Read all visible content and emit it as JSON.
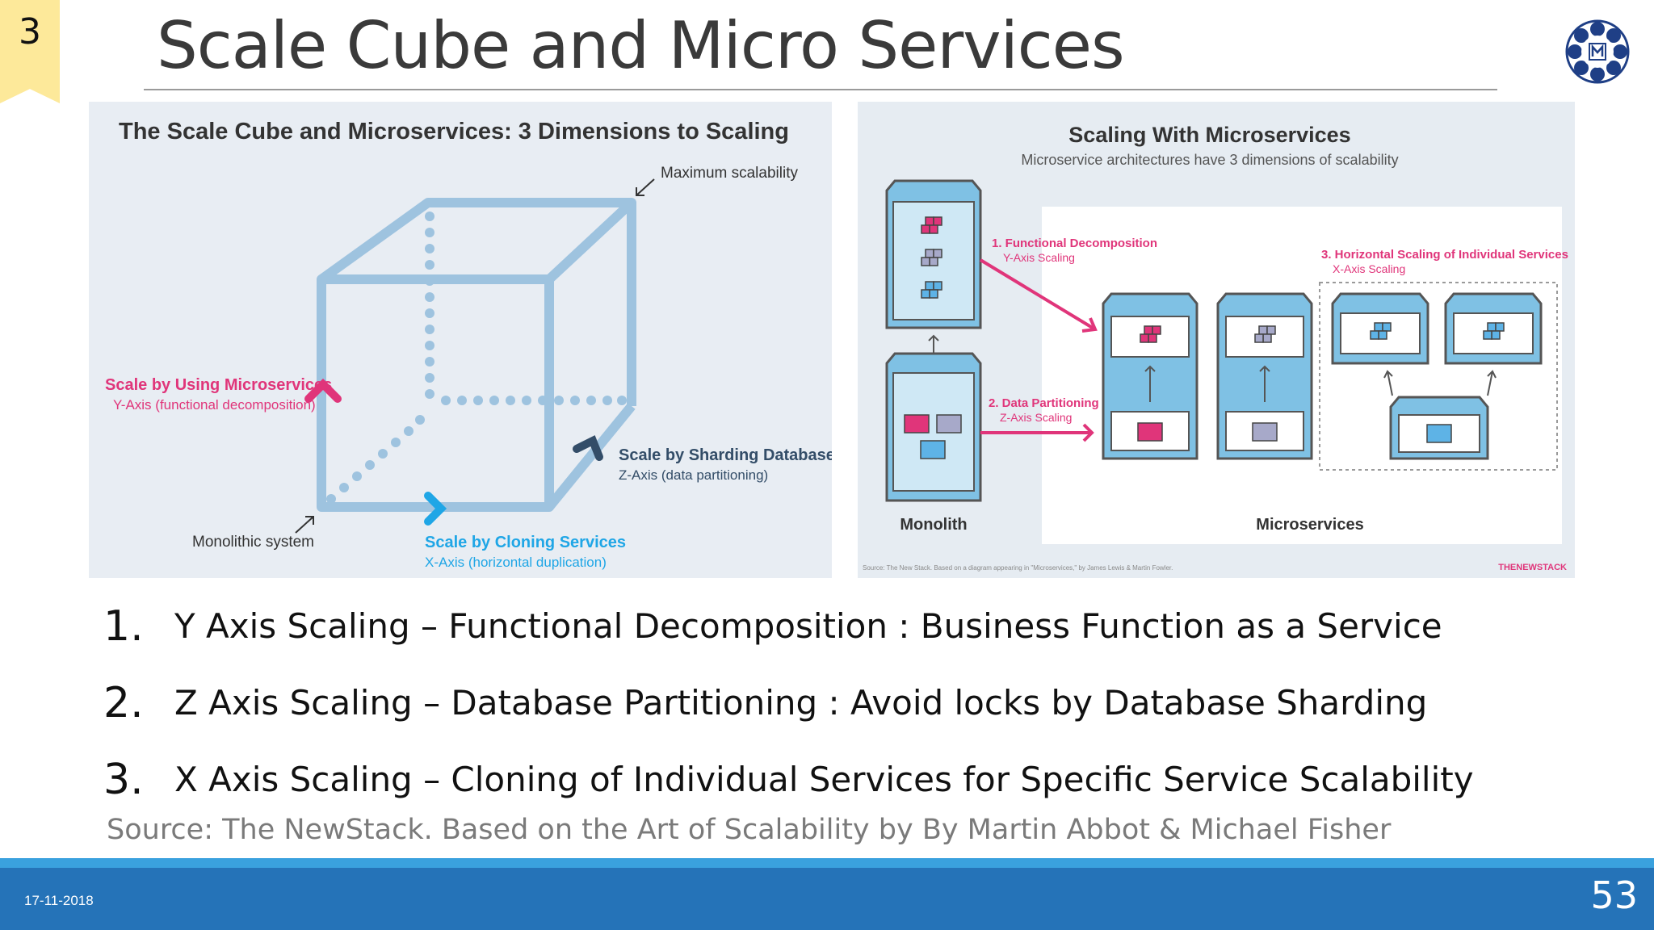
{
  "slide": {
    "section_number": "3",
    "title": "Scale Cube and Micro Services",
    "date": "17-11-2018",
    "page_number": "53",
    "source_note": "Source: The NewStack. Based on the Art of Scalability by By Martin Abbot & Michael Fisher"
  },
  "left_figure": {
    "title": "The Scale Cube and Microservices: 3 Dimensions to Scaling",
    "max_label": "Maximum scalability",
    "y_title": "Scale by Using Microservices",
    "y_sub": "Y-Axis (functional decomposition)",
    "z_title": "Scale by Sharding Databases",
    "z_sub": "Z-Axis (data partitioning)",
    "x_title": "Scale by Cloning Services",
    "x_sub": "X-Axis (horizontal duplication)",
    "mono_label": "Monolithic system"
  },
  "right_figure": {
    "title": "Scaling With Microservices",
    "subtitle": "Microservice architectures have 3 dimensions of scalability",
    "step1_title": "1. Functional Decomposition",
    "step1_sub": "Y-Axis Scaling",
    "step2_title": "2. Data Partitioning",
    "step2_sub": "Z-Axis Scaling",
    "step3_title": "3. Horizontal Scaling of Individual Services",
    "step3_sub": "X-Axis Scaling",
    "monolith_label": "Monolith",
    "microservices_label": "Microservices",
    "footnote": "Source: The New Stack. Based on a diagram appearing in \"Microservices,\" by James Lewis & Martin Fowler.",
    "brand": "THENEWSTACK"
  },
  "points": [
    {
      "num": "1.",
      "text": "Y Axis Scaling – Functional Decomposition : Business Function as a Service"
    },
    {
      "num": "2.",
      "text": "Z Axis Scaling – Database Partitioning : Avoid locks by Database Sharding"
    },
    {
      "num": "3.",
      "text": "X Axis Scaling – Cloning of Individual Services for Specific Service Scalability"
    }
  ],
  "colors": {
    "accent_blue": "#2573b8",
    "footer_stripe": "#3aa1de",
    "badge_yellow": "#fde99a",
    "cube_blue": "#9ec3df",
    "pink": "#e0357a",
    "navy": "#334d68",
    "arrow_blue": "#1fa6e6"
  }
}
